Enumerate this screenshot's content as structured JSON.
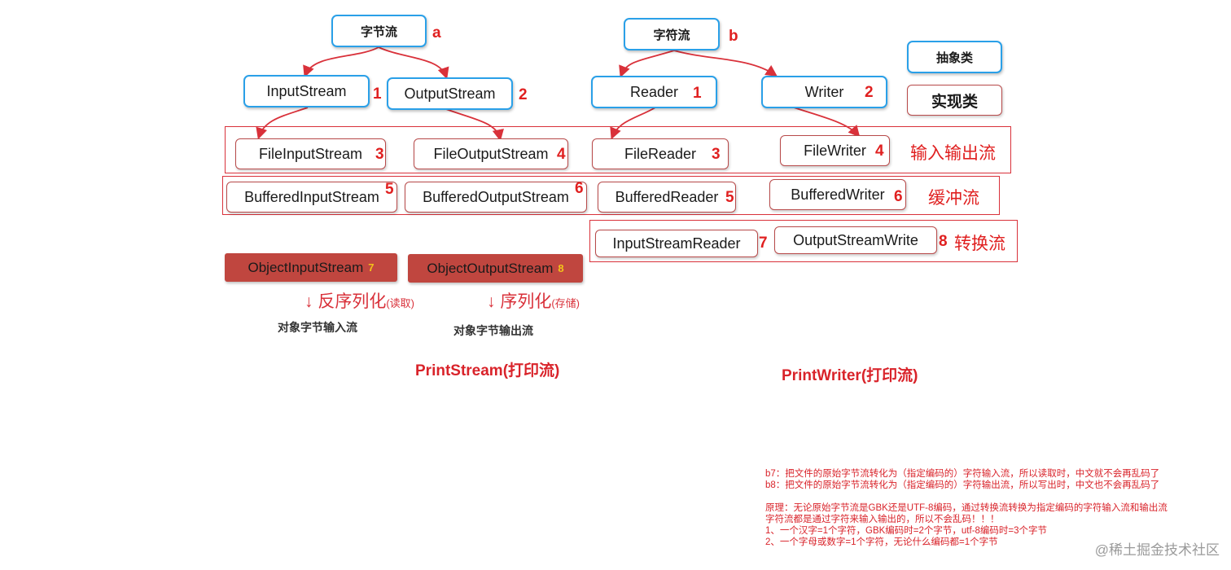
{
  "byte_stream": {
    "title": "字节流",
    "tag": "a"
  },
  "char_stream": {
    "title": "字符流",
    "tag": "b"
  },
  "legend": {
    "abstract": "抽象类",
    "impl": "实现类"
  },
  "abstract_classes": [
    {
      "name": "InputStream",
      "num": "1"
    },
    {
      "name": "OutputStream",
      "num": "2"
    },
    {
      "name": "Reader",
      "num": "1"
    },
    {
      "name": "Writer",
      "num": "2"
    }
  ],
  "io_row": {
    "label": "输入输出流",
    "items": [
      {
        "name": "FileInputStream",
        "num": "3"
      },
      {
        "name": "FileOutputStream",
        "num": "4"
      },
      {
        "name": "FileReader",
        "num": "3"
      },
      {
        "name": "FileWriter",
        "num": "4"
      }
    ]
  },
  "buffer_row": {
    "label": "缓冲流",
    "items": [
      {
        "name": "BufferedInputStream",
        "num": "5"
      },
      {
        "name": "BufferedOutputStream",
        "num": "6"
      },
      {
        "name": "BufferedReader",
        "num": "5"
      },
      {
        "name": "BufferedWriter",
        "num": "6"
      }
    ]
  },
  "convert_row": {
    "label": "转换流",
    "items": [
      {
        "name": "InputStreamReader",
        "num": "7"
      },
      {
        "name": "OutputStreamWrite",
        "num": "8"
      }
    ]
  },
  "object_streams": [
    {
      "name": "ObjectInputStream",
      "num": "7",
      "arrow": "↓",
      "action": "反序列化",
      "note": "(读取)",
      "caption": "对象字节输入流"
    },
    {
      "name": "ObjectOutputStream",
      "num": "8",
      "arrow": "↓",
      "action": "序列化",
      "note": "(存储)",
      "caption": "对象字节输出流"
    }
  ],
  "print_streams": {
    "byte": "PrintStream(打印流)",
    "char": "PrintWriter(打印流)"
  },
  "notes": [
    "b7：把文件的原始字节流转化为（指定编码的）字符输入流，所以读取时，中文就不会再乱码了",
    "b8：把文件的原始字节流转化为（指定编码的）字符输出流，所以写出时，中文也不会再乱码了",
    "",
    "原理：无论原始字节流是GBK还是UTF-8编码，通过转换流转换为指定编码的字符输入流和输出流",
    "字符流都是通过字符来输入输出的，所以不会乱码！！！",
    "1、一个汉字=1个字符，GBK编码时=2个字节，utf-8编码时=3个字节",
    "2、一个字母或数字=1个字符，无论什么编码都=1个字节"
  ],
  "watermark": "@稀土掘金技术社区",
  "colors": {
    "abstract_border": "#2aa0e8",
    "impl_border": "#b84a4a",
    "accent_red": "#d9232a",
    "object_fill": "#c0463f"
  }
}
